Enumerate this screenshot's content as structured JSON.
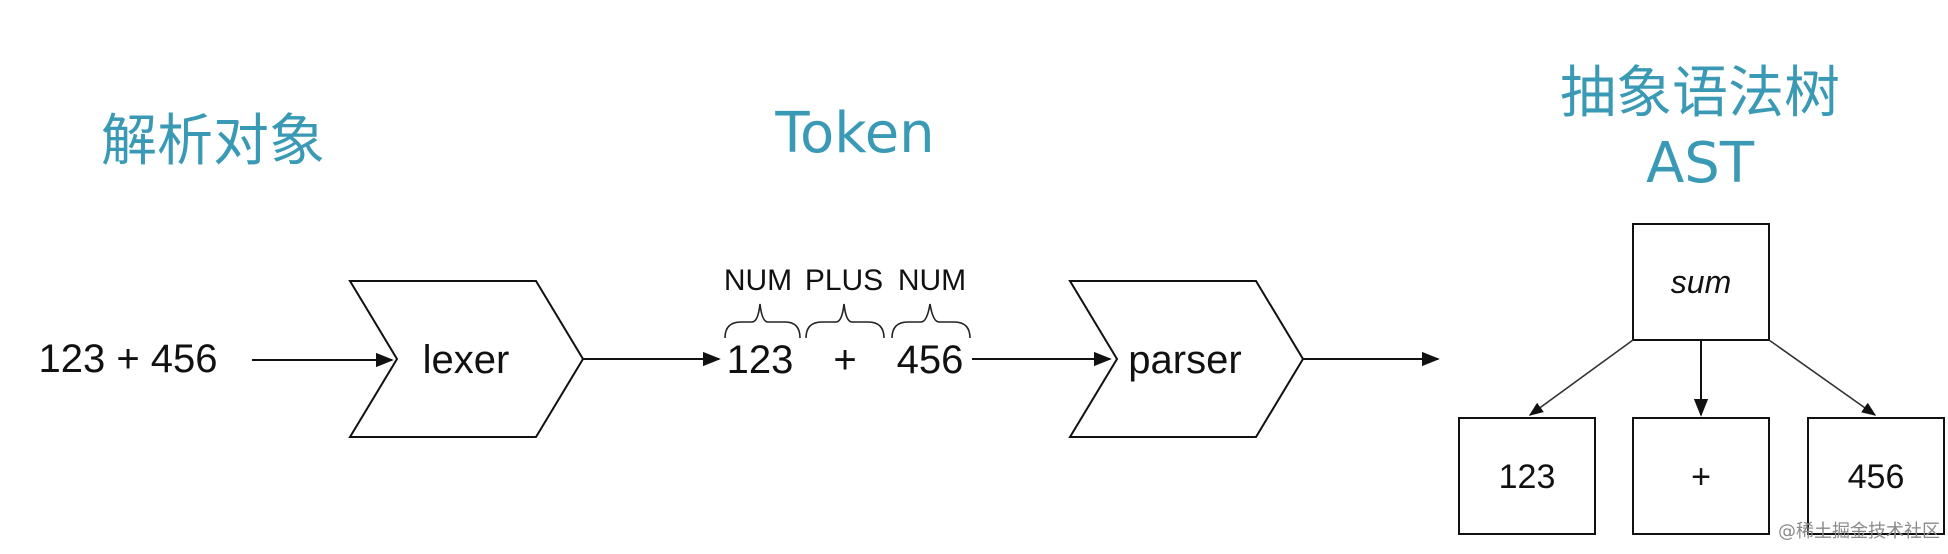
{
  "headings": {
    "source": "解析对象",
    "token": "Token",
    "ast_cn": "抽象语法树",
    "ast_en": "AST"
  },
  "input_expression": "123 + 456",
  "lexer": {
    "label": "lexer"
  },
  "tokens": [
    {
      "type": "NUM",
      "value": "123"
    },
    {
      "type": "PLUS",
      "value": "+"
    },
    {
      "type": "NUM",
      "value": "456"
    }
  ],
  "parser": {
    "label": "parser"
  },
  "ast": {
    "root": "sum",
    "children": [
      "123",
      "+",
      "456"
    ]
  },
  "watermark": "@稀土掘金技术社区",
  "colors": {
    "heading": "#3a9ab5",
    "stroke": "#111111",
    "background": "#ffffff"
  }
}
